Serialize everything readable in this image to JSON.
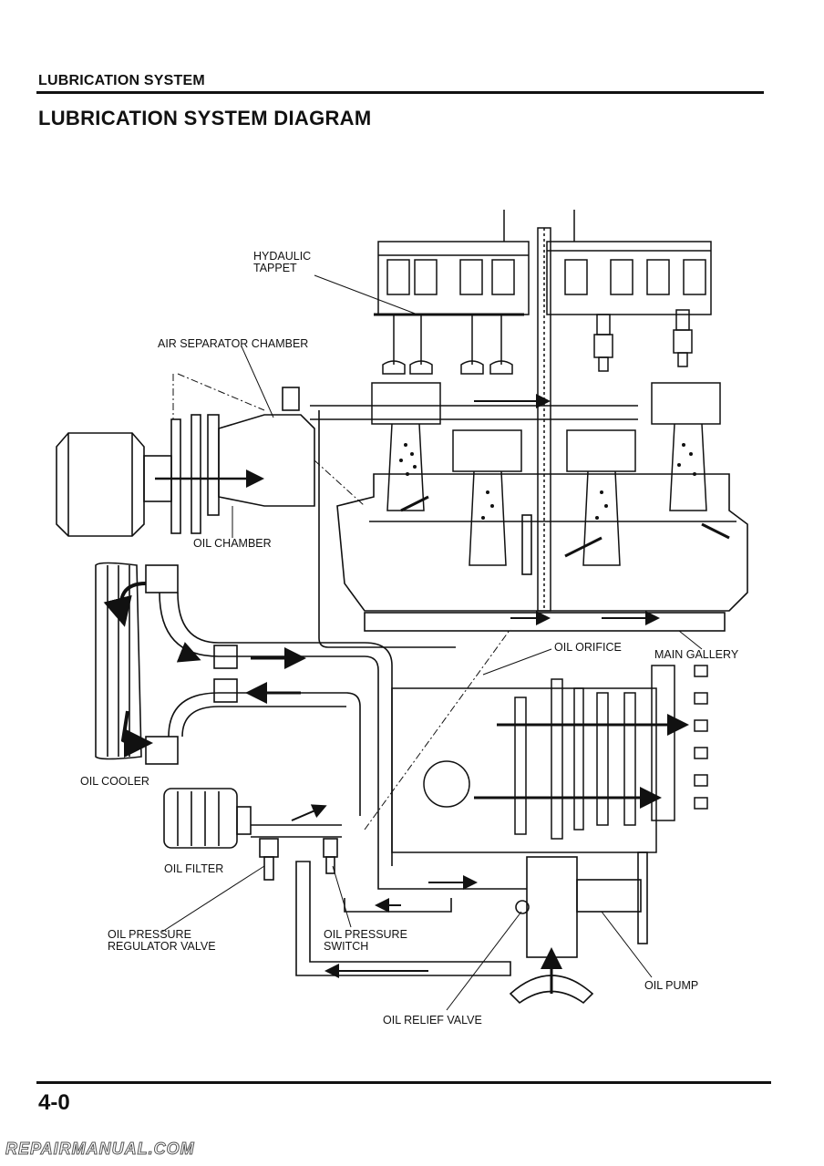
{
  "header": {
    "section": "LUBRICATION SYSTEM",
    "title": "LUBRICATION SYSTEM DIAGRAM"
  },
  "labels": {
    "hydraulic_tappet_1": "HYDAULIC",
    "hydraulic_tappet_2": "TAPPET",
    "air_separator": "AIR SEPARATOR CHAMBER",
    "oil_chamber": "OIL CHAMBER",
    "oil_orifice": "OIL ORIFICE",
    "main_gallery": "MAIN GALLERY",
    "oil_cooler": "OIL COOLER",
    "oil_filter": "OIL FILTER",
    "regulator_1": "OIL PRESSURE",
    "regulator_2": "REGULATOR VALVE",
    "switch_1": "OIL PRESSURE",
    "switch_2": "SWITCH",
    "oil_pump": "OIL PUMP",
    "relief_valve": "OIL RELIEF VALVE"
  },
  "footer": {
    "page_number": "4-0",
    "watermark": "REPAIRMANUAL.COM"
  }
}
